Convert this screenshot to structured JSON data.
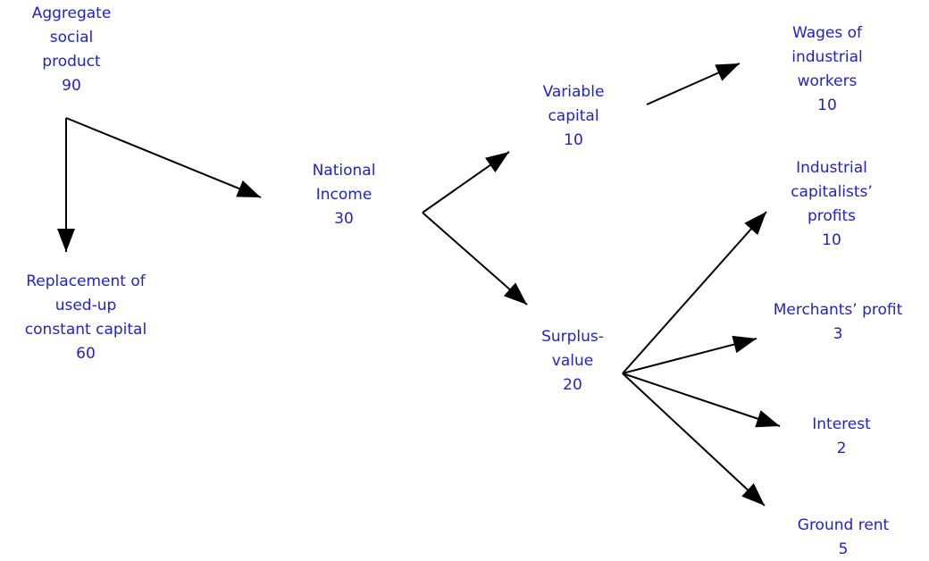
{
  "diagram": {
    "text_color": "#2222cc",
    "line_color": "#000000",
    "background": "#ffffff",
    "nodes": [
      {
        "id": "aggregate-social-product",
        "label": "Aggregate\nsocial\nproduct\n90",
        "value": 90
      },
      {
        "id": "replacement-constant-capital",
        "label": "Replacement of\nused-up\nconstant capital\n60",
        "value": 60
      },
      {
        "id": "national-income",
        "label": "National\nIncome\n30",
        "value": 30
      },
      {
        "id": "variable-capital",
        "label": "Variable\ncapital\n10",
        "value": 10
      },
      {
        "id": "wages-industrial-workers",
        "label": "Wages of\nindustrial\nworkers\n10",
        "value": 10
      },
      {
        "id": "surplus-value",
        "label": "Surplus-\nvalue\n20",
        "value": 20
      },
      {
        "id": "industrial-capitalists-profits",
        "label": "Industrial\ncapitalists’\nprofits\n10",
        "value": 10
      },
      {
        "id": "merchants-profit",
        "label": "Merchants’ profit\n3",
        "value": 3
      },
      {
        "id": "interest",
        "label": "Interest\n2",
        "value": 2
      },
      {
        "id": "ground-rent",
        "label": "Ground rent\n5",
        "value": 5
      }
    ],
    "edges": [
      {
        "from": "aggregate-social-product",
        "to": "replacement-constant-capital"
      },
      {
        "from": "aggregate-social-product",
        "to": "national-income"
      },
      {
        "from": "national-income",
        "to": "variable-capital"
      },
      {
        "from": "national-income",
        "to": "surplus-value"
      },
      {
        "from": "variable-capital",
        "to": "wages-industrial-workers"
      },
      {
        "from": "surplus-value",
        "to": "industrial-capitalists-profits"
      },
      {
        "from": "surplus-value",
        "to": "merchants-profit"
      },
      {
        "from": "surplus-value",
        "to": "interest"
      },
      {
        "from": "surplus-value",
        "to": "ground-rent"
      }
    ]
  }
}
